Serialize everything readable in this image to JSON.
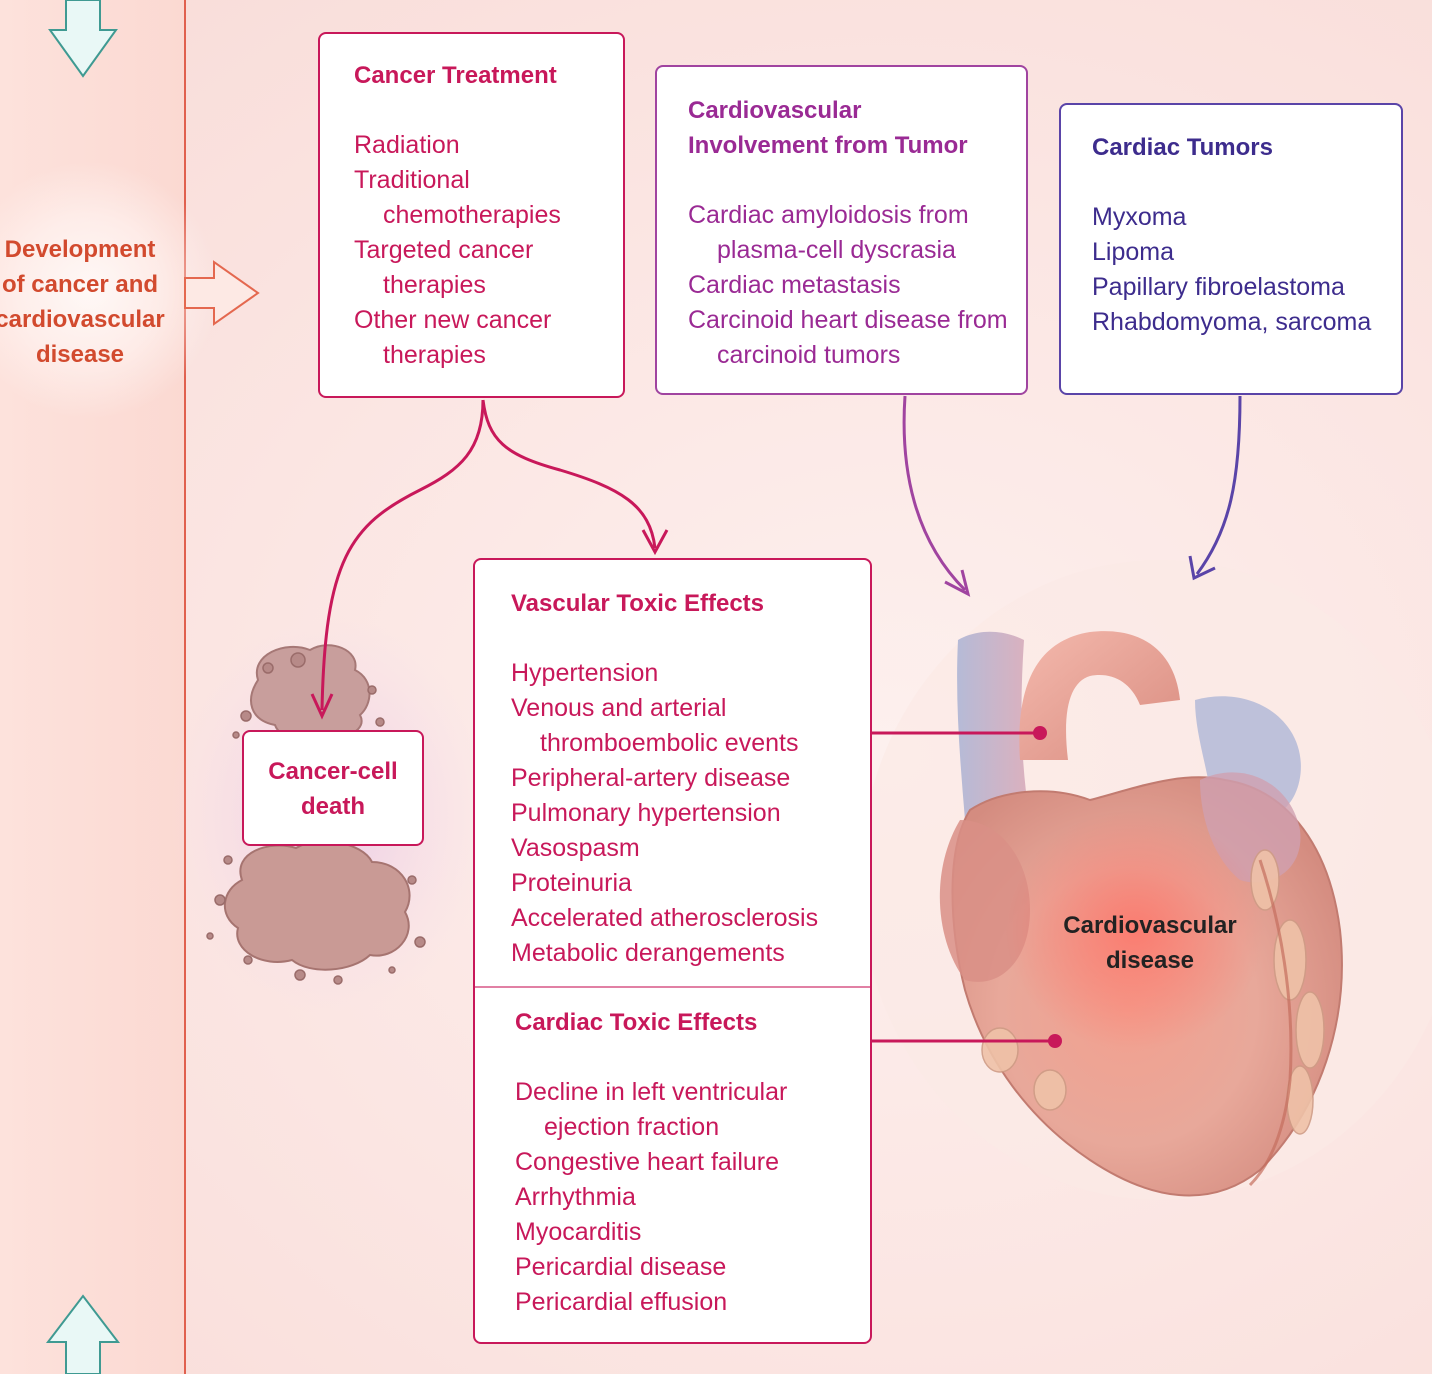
{
  "sidebar": {
    "label": "Development\nof cancer and\ncardiovascular\ndisease"
  },
  "cancer_treatment": {
    "title": "Cancer Treatment",
    "items": [
      "Radiation",
      "Traditional chemotherapies",
      "Targeted cancer therapies",
      "Other new cancer therapies"
    ]
  },
  "cv_involvement": {
    "title": "Cardiovascular\nInvolvement from Tumor",
    "items": [
      "Cardiac amyloidosis from plasma-cell dyscrasia",
      "Cardiac metastasis",
      "Carcinoid heart disease from carcinoid tumors"
    ]
  },
  "cardiac_tumors": {
    "title": "Cardiac Tumors",
    "items": [
      "Myxoma",
      "Lipoma",
      "Papillary fibroelastoma",
      "Rhabdomyoma, sarcoma"
    ]
  },
  "cancer_cell_death": {
    "label": "Cancer-cell\ndeath"
  },
  "vascular_toxic": {
    "title": "Vascular Toxic Effects",
    "items": [
      "Hypertension",
      "Venous and arterial thromboembolic events",
      "Peripheral-artery disease",
      "Pulmonary hypertension",
      "Vasospasm",
      "Proteinuria",
      "Accelerated atherosclerosis",
      "Metabolic derangements"
    ]
  },
  "cardiac_toxic": {
    "title": "Cardiac Toxic Effects",
    "items": [
      "Decline in left ventricular ejection fraction",
      "Congestive heart failure",
      "Arrhythmia",
      "Myocarditis",
      "Pericardial disease",
      "Pericardial effusion"
    ]
  },
  "heart": {
    "label": "Cardiovascular\ndisease"
  },
  "colors": {
    "magenta": "#c8185a",
    "purple": "#a044a0",
    "indigo": "#5a44a8",
    "sidebar_text": "#d24a2e",
    "sidebar_line": "#e0604e"
  }
}
